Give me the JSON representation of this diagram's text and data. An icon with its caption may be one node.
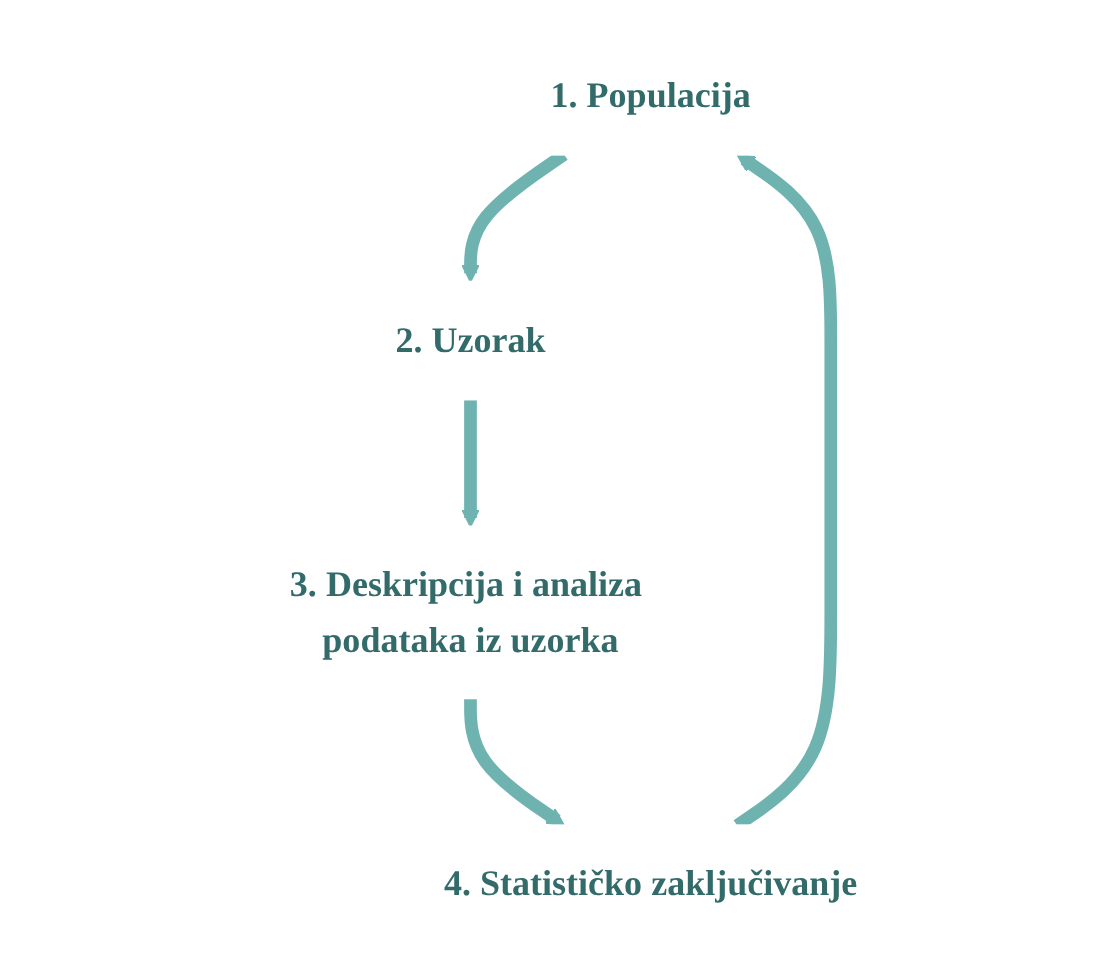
{
  "diagram": {
    "nodes": [
      {
        "text": [
          "1. Populacija"
        ]
      },
      {
        "text": [
          "2. Uzorak"
        ]
      },
      {
        "text": [
          "3. Deskripcija i analiza podataka iz uzorka"
        ]
      },
      {
        "text": [
          "4. Statističko zaključivanje"
        ]
      }
    ],
    "edges": [
      {
        "from": 0,
        "to": 1,
        "arrow": "to"
      },
      {
        "from": 1,
        "to": 2,
        "arrow": "to"
      },
      {
        "from": 2,
        "to": 3,
        "arrow": "to"
      },
      {
        "from": 3,
        "to": 0,
        "arrow": "to"
      }
    ]
  }
}
